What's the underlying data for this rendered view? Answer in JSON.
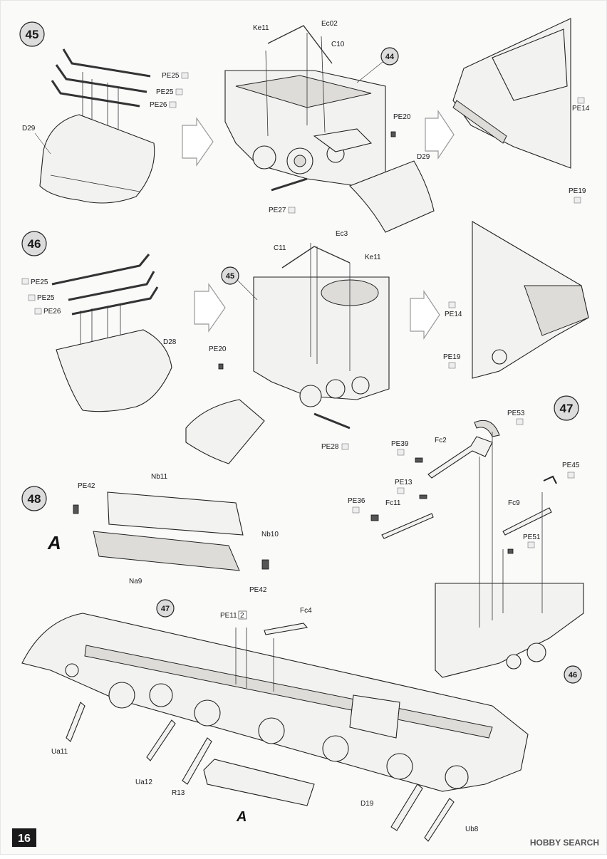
{
  "page_number": "16",
  "watermark": "HOBBY SEARCH",
  "steps": {
    "s45": {
      "number": "45",
      "ref": "44",
      "labels": {
        "ke11": "Ke11",
        "ec02": "Ec02",
        "c10": "C10",
        "pe25a": "PE25",
        "pe25b": "PE25",
        "pe26": "PE26",
        "d29": "D29",
        "pe20": "PE20",
        "d29b": "D29",
        "pe27": "PE27",
        "pe14": "PE14",
        "pe19": "PE19"
      }
    },
    "s46": {
      "number": "46",
      "ref": "45",
      "labels": {
        "ec3": "Ec3",
        "c11": "C11",
        "ke11": "Ke11",
        "pe25a": "PE25",
        "pe25b": "PE25",
        "pe26": "PE26",
        "d28": "D28",
        "pe20": "PE20",
        "pe28": "PE28",
        "pe14": "PE14",
        "pe19": "PE19"
      }
    },
    "s47": {
      "number": "47",
      "ref": "46",
      "labels": {
        "pe53": "PE53",
        "pe39": "PE39",
        "fc2": "Fc2",
        "pe45": "PE45",
        "pe13": "PE13",
        "fc11": "Fc11",
        "pe36": "PE36",
        "fc9": "Fc9",
        "pe51": "PE51"
      }
    },
    "s48": {
      "number": "48",
      "section": "A",
      "ref": "47",
      "section_b": "A",
      "labels": {
        "pe42a": "PE42",
        "nb11": "Nb11",
        "nb10": "Nb10",
        "na9": "Na9",
        "pe42b": "PE42",
        "pe11": "PE11",
        "pe11_qty": "2",
        "fc4": "Fc4",
        "ua11": "Ua11",
        "ua12": "Ua12",
        "r13": "R13",
        "d19": "D19",
        "ub8": "Ub8"
      }
    }
  }
}
